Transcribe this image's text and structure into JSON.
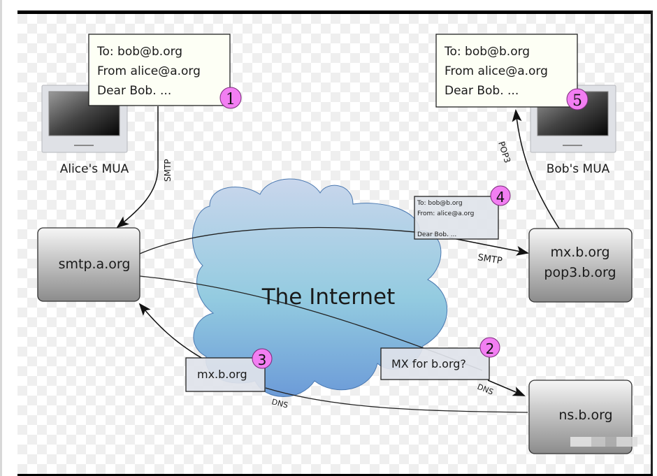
{
  "diagram": {
    "title": "The Internet",
    "nodes": {
      "alice_mua": {
        "label": "Alice's MUA"
      },
      "bob_mua": {
        "label": "Bob's MUA"
      },
      "smtp_a": {
        "label": "smtp.a.org"
      },
      "mx_b": {
        "line1": "mx.b.org",
        "line2": "pop3.b.org"
      },
      "ns_b": {
        "label": "ns.b.org"
      }
    },
    "messages": {
      "msg1": {
        "to": "To: bob@b.org",
        "from": "From alice@a.org",
        "body": "Dear Bob. ...",
        "step": "1"
      },
      "msg5": {
        "to": "To: bob@b.org",
        "from": "From alice@a.org",
        "body": "Dear Bob. ...",
        "step": "5"
      },
      "msg4": {
        "to": "To: bob@b.org",
        "from": "From: alice@a.org",
        "body": "Dear Bob. ...",
        "step": "4"
      },
      "query2": {
        "label": "MX for b.org?",
        "step": "2"
      },
      "answer3": {
        "label": "mx.b.org",
        "step": "3"
      }
    },
    "protocols": {
      "smtp1": "SMTP",
      "smtp2": "SMTP",
      "pop3": "POP3",
      "dns1": "DNS",
      "dns2": "DNS"
    },
    "colors": {
      "step_badge": "#f27ef2",
      "note_fill": "#fdfff5",
      "small_note_fill": "#dfe3ea",
      "cloud_top": "#c8d6ec",
      "cloud_mid": "#94cbe0",
      "cloud_bottom": "#6f9ed8"
    }
  }
}
